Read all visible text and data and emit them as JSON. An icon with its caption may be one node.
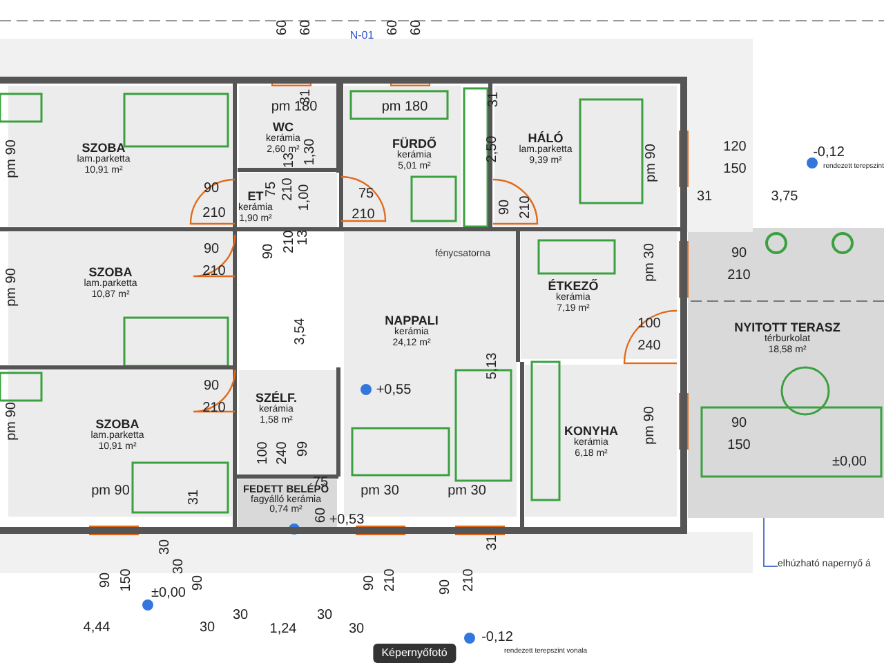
{
  "diagram": {
    "nodes": [
      {
        "text": [
          "SZOBA",
          "lam.parketta",
          "10,91 m²"
        ]
      },
      {
        "text": [
          "WC",
          "kerámia",
          "2,60 m²"
        ]
      },
      {
        "text": [
          "FÜRDŐ",
          "kerámia",
          "5,01 m²"
        ]
      },
      {
        "text": [
          "HÁLÓ",
          "lam.parketta",
          "9,39 m²"
        ]
      },
      {
        "text": [
          "ET",
          "kerámia",
          "1,90 m²"
        ]
      },
      {
        "text": [
          "SZOBA",
          "lam.parketta",
          "10,87 m²"
        ]
      },
      {
        "text": [
          "NAPPALI",
          "kerámia",
          "24,12 m²"
        ]
      },
      {
        "text": [
          "ÉTKEZŐ",
          "kerámia",
          "7,19 m²"
        ]
      },
      {
        "text": [
          "NYITOTT TERASZ",
          "térburkolat",
          "18,58 m²"
        ]
      },
      {
        "text": [
          "SZÉLF.",
          "kerámia",
          "1,58 m²"
        ]
      },
      {
        "text": [
          "KONYHA",
          "kerámia",
          "6,18 m²"
        ]
      },
      {
        "text": [
          "SZOBA",
          "lam.parketta",
          "10,91 m²"
        ]
      },
      {
        "text": [
          "FEDETT BELÉPŐ",
          "fagyálló kerámia",
          "0,74 m²"
        ]
      },
      {
        "text": [
          "elhúzható napernyő á"
        ]
      }
    ],
    "edges": [
      {
        "from": 13,
        "to": 8,
        "arrow": "none"
      }
    ],
    "labels": [
      "60",
      "60",
      "N-01",
      "60",
      "60",
      "pm 180",
      "pm 180",
      "pm 90",
      "31",
      "1,30",
      "75",
      "210",
      "13",
      "1,00",
      "90",
      "210",
      "75",
      "210",
      "31",
      "2,50",
      "90",
      "210",
      "pm 90",
      "120",
      "150",
      "-0,12",
      "rendezett terepszint",
      "31",
      "3,75",
      "90",
      "210",
      "90",
      "210",
      "13",
      "fénycsatorna",
      "pm 90",
      "3,54",
      "pm 30",
      "90",
      "210",
      "100",
      "240",
      "5,13",
      "+0,55",
      "90",
      "210",
      "pm 90",
      "pm 90",
      "90",
      "150",
      "100",
      "240",
      "99",
      "pm 90",
      "31",
      "75",
      "pm 30",
      "pm 30",
      "30",
      "60",
      "+0,53",
      "31",
      "30",
      "90",
      "150",
      "±0,00",
      "90",
      "90",
      "210",
      "90",
      "210",
      "4,44",
      "30",
      "30",
      "1,24",
      "30",
      "30",
      "±0,00",
      "-0,12",
      "rendezett terepszint vonala",
      "Képernyőfotó"
    ]
  }
}
